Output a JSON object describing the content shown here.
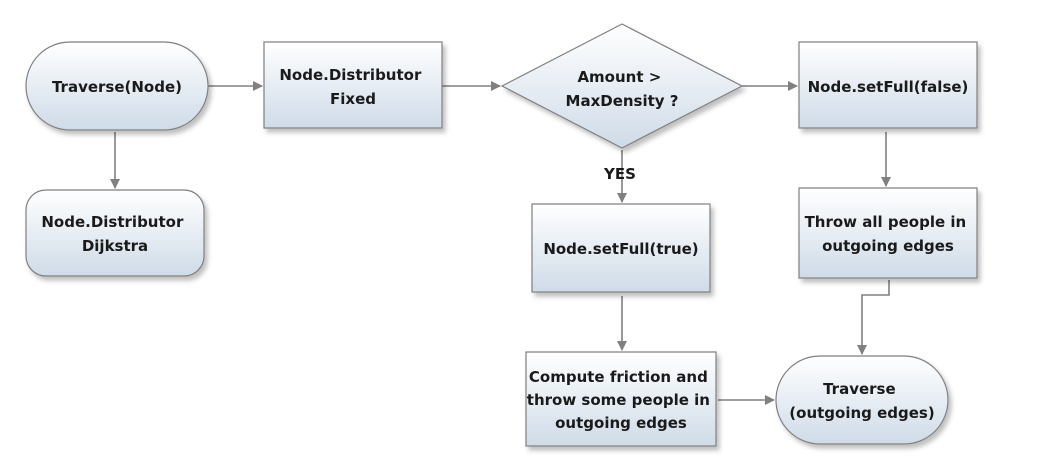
{
  "nodes": {
    "traverse_node": {
      "text": "Traverse(Node)"
    },
    "dijkstra": {
      "line1": "Node.Distributor",
      "line2": "Dijkstra"
    },
    "fixed": {
      "line1": "Node.Distributor",
      "line2": "Fixed"
    },
    "decision": {
      "line1": "Amount >",
      "line2": "MaxDensity ?"
    },
    "set_full_false": {
      "text": "Node.setFull(false)"
    },
    "set_full_true": {
      "text": "Node.setFull(true)"
    },
    "throw_all": {
      "line1": "Throw all people in",
      "line2": "outgoing edges"
    },
    "compute_friction": {
      "line1": "Compute friction and",
      "line2": "throw some people in",
      "line3": "outgoing edges"
    },
    "traverse_edges": {
      "line1": "Traverse",
      "line2": "(outgoing edges)"
    }
  },
  "edge_labels": {
    "yes": "YES"
  },
  "colors": {
    "fill_top": "#ffffff",
    "fill_bottom": "#cfdbe8",
    "stroke": "#7f7f7f",
    "connector": "#808080",
    "text": "#1a1a1a"
  }
}
